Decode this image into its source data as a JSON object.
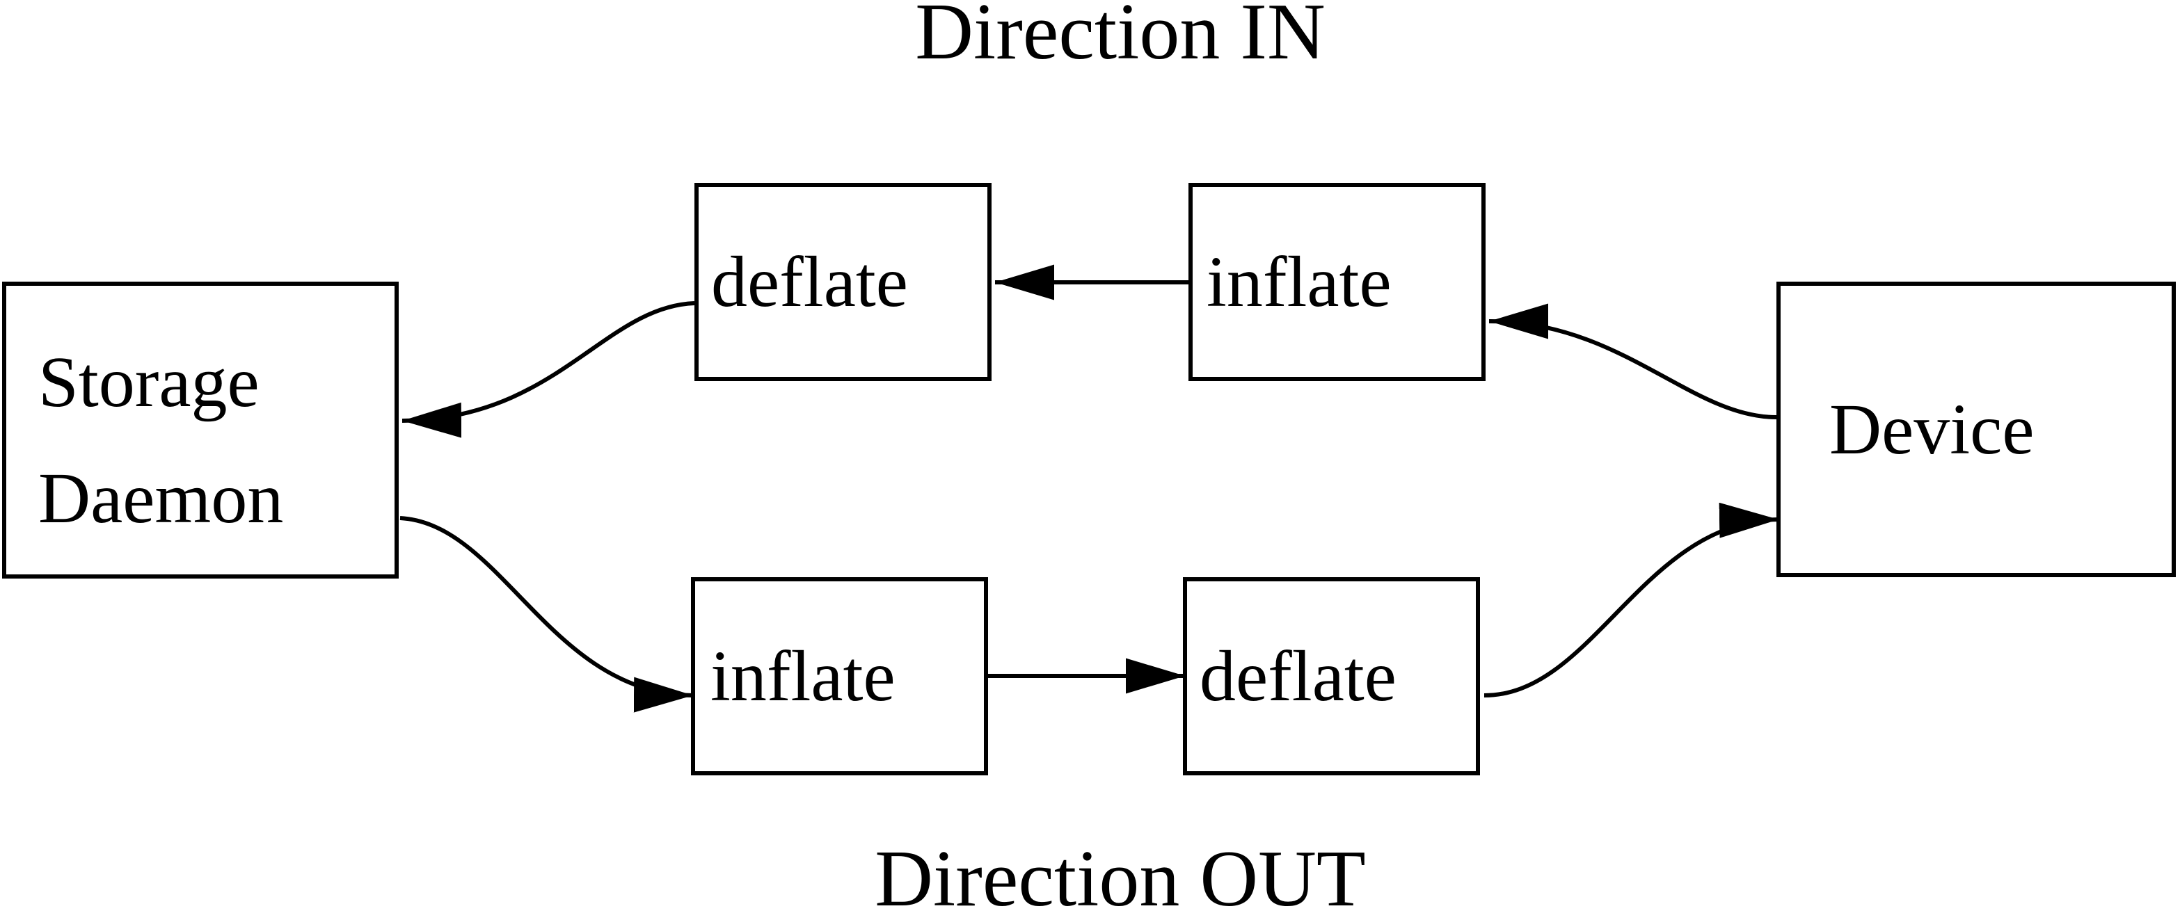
{
  "diagram": {
    "background": "#ffffff",
    "stroke_color": "#000000",
    "titles": {
      "in": "Direction IN",
      "out": "Direction OUT"
    },
    "nodes": {
      "storage_daemon": {
        "line1": "Storage",
        "line2": "Daemon"
      },
      "deflate_in": {
        "label": "deflate"
      },
      "inflate_in": {
        "label": "inflate"
      },
      "inflate_out": {
        "label": "inflate"
      },
      "deflate_out": {
        "label": "deflate"
      },
      "device": {
        "label": "Device"
      }
    },
    "edges": [
      {
        "from": "Device",
        "to": "inflate (top row)",
        "flow": "Direction IN"
      },
      {
        "from": "inflate (top row)",
        "to": "deflate (top row)",
        "flow": "Direction IN"
      },
      {
        "from": "deflate (top row)",
        "to": "Storage Daemon",
        "flow": "Direction IN"
      },
      {
        "from": "Storage Daemon",
        "to": "inflate (bottom row)",
        "flow": "Direction OUT"
      },
      {
        "from": "inflate (bottom row)",
        "to": "deflate (bottom row)",
        "flow": "Direction OUT"
      },
      {
        "from": "deflate (bottom row)",
        "to": "Device",
        "flow": "Direction OUT"
      }
    ]
  }
}
